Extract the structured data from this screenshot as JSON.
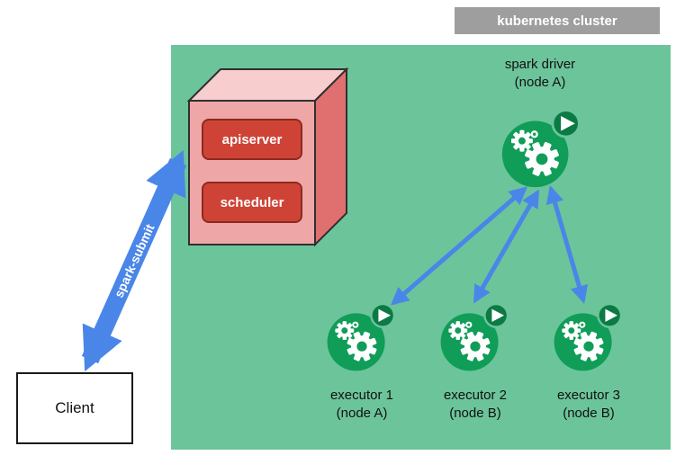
{
  "colors": {
    "cluster-bg": "#6cc49b",
    "cluster-label-bg": "#9e9e9e",
    "pod-green": "#0f9d58",
    "pod-green-dark": "#0b7a43",
    "arrow-blue": "#4a86e8",
    "cube-front": "#efa6a6",
    "cube-top": "#f7cdcd",
    "cube-side": "#e07070",
    "cube-outline": "#2f2f2f",
    "box-red": "#cf4337",
    "box-red-border": "#8c2a20"
  },
  "cluster": {
    "label": "kubernetes cluster"
  },
  "control_plane": {
    "apiserver_label": "apiserver",
    "scheduler_label": "scheduler"
  },
  "driver": {
    "name": "spark driver",
    "node": "(node A)"
  },
  "executors": [
    {
      "name": "executor 1",
      "node": "(node A)"
    },
    {
      "name": "executor 2",
      "node": "(node B)"
    },
    {
      "name": "executor 3",
      "node": "(node B)"
    }
  ],
  "client": {
    "label": "Client"
  },
  "spark_submit": {
    "label": "spark-submit"
  }
}
